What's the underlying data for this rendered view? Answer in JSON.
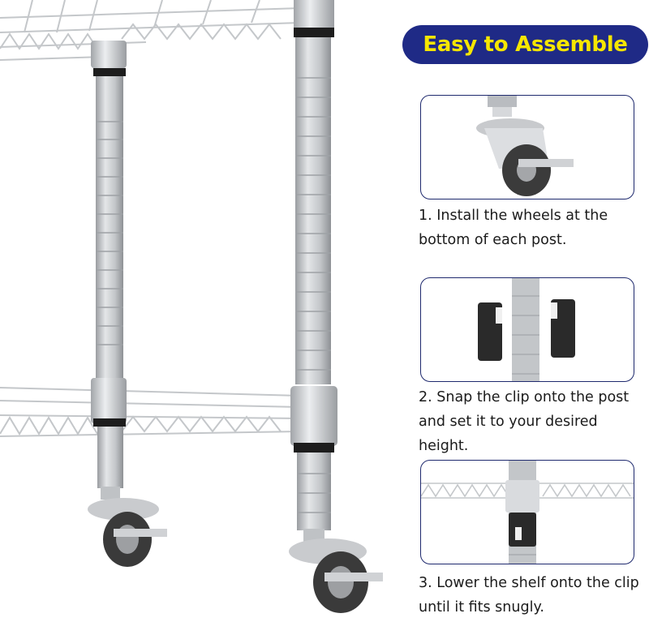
{
  "badge": {
    "label": "Easy to Assemble",
    "background": "#1f2a86",
    "text_color": "#f6e600"
  },
  "steps": [
    {
      "text": "1. Install the wheels at the bottom of each post.",
      "image": "caster-wheel-closeup"
    },
    {
      "text": "2. Snap the clip onto the post and set it to your desired height.",
      "image": "plastic-clip-halves-on-post"
    },
    {
      "text": "3. Lower the shelf onto the clip until it fits snugly.",
      "image": "shelf-on-clip-closeup"
    }
  ],
  "hero": {
    "image": "wire-shelving-unit-with-casters"
  },
  "colors": {
    "panel_border": "#1f2a6e",
    "metal": "#b9bcc0",
    "clip": "#2a2a2a"
  }
}
